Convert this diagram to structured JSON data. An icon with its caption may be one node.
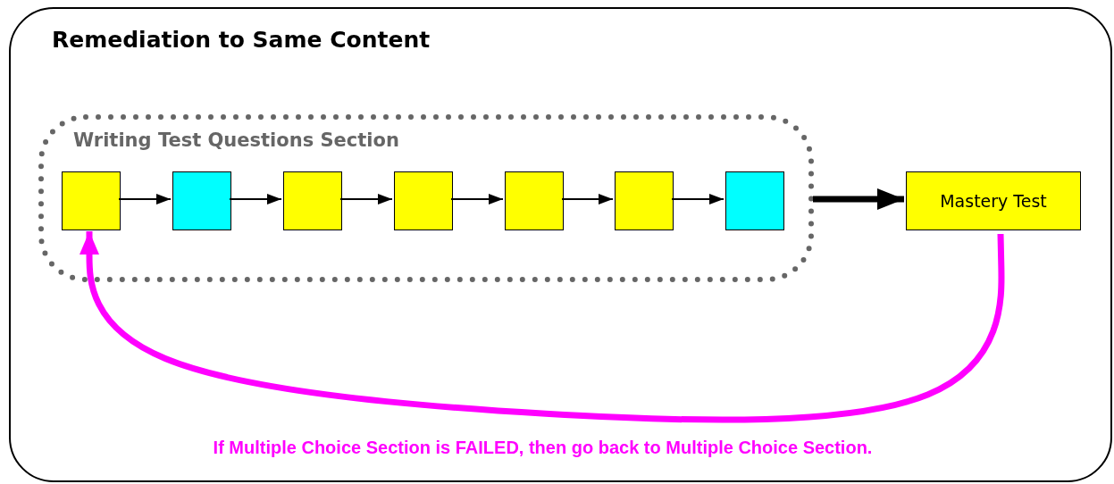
{
  "diagram": {
    "nodes": [
      {
        "text": [
          "Remediation to Same Content"
        ]
      },
      {
        "text": [
          "Writing Test Questions Section"
        ],
        "in": 0
      },
      {
        "text": [],
        "shape": "box",
        "in": 1
      },
      {
        "text": [],
        "shape": "box",
        "in": 1
      },
      {
        "text": [],
        "shape": "box",
        "in": 1
      },
      {
        "text": [],
        "shape": "box",
        "in": 1
      },
      {
        "text": [],
        "shape": "box",
        "in": 1
      },
      {
        "text": [],
        "shape": "box",
        "in": 1
      },
      {
        "text": [],
        "shape": "box",
        "in": 1
      },
      {
        "text": [
          "Mastery Test"
        ],
        "in": 0
      }
    ],
    "edges": [
      {
        "from": 2,
        "to": 3,
        "arrow": "to"
      },
      {
        "from": 3,
        "to": 4,
        "arrow": "to"
      },
      {
        "from": 4,
        "to": 5,
        "arrow": "to"
      },
      {
        "from": 5,
        "to": 6,
        "arrow": "to"
      },
      {
        "from": 6,
        "to": 7,
        "arrow": "to"
      },
      {
        "from": 7,
        "to": 8,
        "arrow": "to"
      },
      {
        "from": 1,
        "to": 9,
        "arrow": "to",
        "style": "thick"
      },
      {
        "from": 9,
        "to": 2,
        "arrow": "to",
        "style": "thick",
        "color": "#ff00ff"
      }
    ],
    "labels": [
      "If Multiple Choice Section is FAILED, then go back to Multiple Choice Section."
    ]
  }
}
